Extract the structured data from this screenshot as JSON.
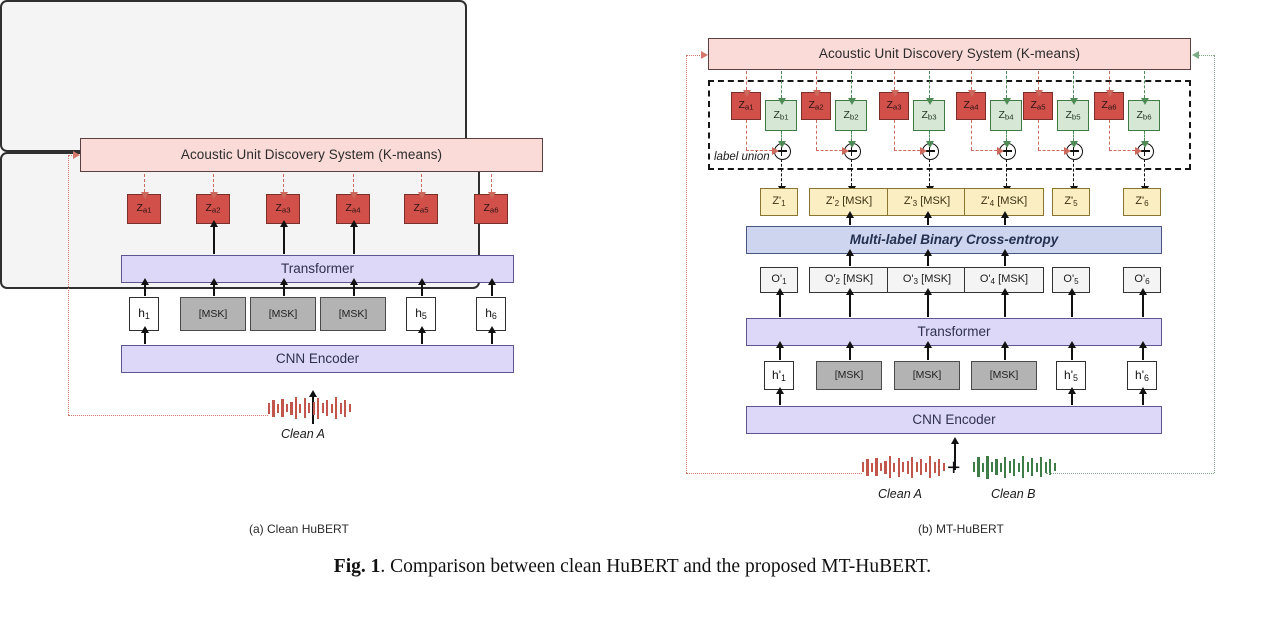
{
  "figure": {
    "caption_bold": "Fig. 1",
    "caption_rest": ". Comparison between clean HuBERT and the proposed MT-HuBERT."
  },
  "panel_a": {
    "subcaption": "(a) Clean HuBERT",
    "acoustic_unit_bar": "Acoustic Unit Discovery System (K-means)",
    "transformer_bar": "Transformer",
    "cnn_bar": "CNN Encoder",
    "z_labels": [
      "Za1",
      "Za2",
      "Za3",
      "Za4",
      "Za5",
      "Za6"
    ],
    "z_base": [
      "Z",
      "Z",
      "Z",
      "Z",
      "Z",
      "Z"
    ],
    "z_sub": [
      "a1",
      "a2",
      "a3",
      "a4",
      "a5",
      "a6"
    ],
    "hidden_row": [
      {
        "type": "h",
        "base": "h",
        "sub": "1",
        "text": "h1"
      },
      {
        "type": "msk",
        "base": "[MSK]",
        "sub": "",
        "text": "[MSK]"
      },
      {
        "type": "msk",
        "base": "[MSK]",
        "sub": "",
        "text": "[MSK]"
      },
      {
        "type": "msk",
        "base": "[MSK]",
        "sub": "",
        "text": "[MSK]"
      },
      {
        "type": "h",
        "base": "h",
        "sub": "5",
        "text": "h5"
      },
      {
        "type": "h",
        "base": "h",
        "sub": "6",
        "text": "h6"
      }
    ],
    "wave_label": "Clean A"
  },
  "panel_b": {
    "subcaption": "(b) MT-HuBERT",
    "acoustic_unit_bar": "Acoustic Unit Discovery System (K-means)",
    "transformer_bar": "Transformer",
    "cnn_bar": "CNN Encoder",
    "bce_bar": "Multi-label Binary Cross-entropy",
    "union_label": "label union",
    "za_base": [
      "Z",
      "Z",
      "Z",
      "Z",
      "Z",
      "Z"
    ],
    "za_sub": [
      "a1",
      "a2",
      "a3",
      "a4",
      "a5",
      "a6"
    ],
    "zb_base": [
      "Z",
      "Z",
      "Z",
      "Z",
      "Z",
      "Z"
    ],
    "zb_sub": [
      "b1",
      "b2",
      "b3",
      "b4",
      "b5",
      "b6"
    ],
    "zprime": [
      {
        "base": "Z'",
        "sub": "1",
        "suffix": "",
        "text": "Z'1"
      },
      {
        "base": "Z'",
        "sub": "2",
        "suffix": " [MSK]",
        "text": "Z'2 [MSK]"
      },
      {
        "base": "Z'",
        "sub": "3",
        "suffix": " [MSK]",
        "text": "Z'3 [MSK]"
      },
      {
        "base": "Z'",
        "sub": "4",
        "suffix": " [MSK]",
        "text": "Z'4 [MSK]"
      },
      {
        "base": "Z'",
        "sub": "5",
        "suffix": "",
        "text": "Z'5"
      },
      {
        "base": "Z'",
        "sub": "6",
        "suffix": "",
        "text": "Z'6"
      }
    ],
    "oprime": [
      {
        "base": "O'",
        "sub": "1",
        "suffix": "",
        "text": "O'1"
      },
      {
        "base": "O'",
        "sub": "2",
        "suffix": " [MSK]",
        "text": "O'2 [MSK]"
      },
      {
        "base": "O'",
        "sub": "3",
        "suffix": " [MSK]",
        "text": "O'3 [MSK]"
      },
      {
        "base": "O'",
        "sub": "4",
        "suffix": " [MSK]",
        "text": "O'4 [MSK]"
      },
      {
        "base": "O'",
        "sub": "5",
        "suffix": "",
        "text": "O'5"
      },
      {
        "base": "O'",
        "sub": "6",
        "suffix": "",
        "text": "O'6"
      }
    ],
    "hidden_row": [
      {
        "type": "h",
        "base": "h'",
        "sub": "1",
        "text": "h'1"
      },
      {
        "type": "msk",
        "base": "[MSK]",
        "sub": "",
        "text": "[MSK]"
      },
      {
        "type": "msk",
        "base": "[MSK]",
        "sub": "",
        "text": "[MSK]"
      },
      {
        "type": "msk",
        "base": "[MSK]",
        "sub": "",
        "text": "[MSK]"
      },
      {
        "type": "h",
        "base": "h'",
        "sub": "5",
        "text": "h'5"
      },
      {
        "type": "h",
        "base": "h'",
        "sub": "6",
        "text": "h'6"
      }
    ],
    "plus_sign": "+",
    "wave_label_a": "Clean A",
    "wave_label_b": "Clean B"
  },
  "colors": {
    "acoustic_fill": "#fadbd8",
    "acoustic_border": "#5a4040",
    "za_fill": "#d2504a",
    "zb_fill": "#d6e8d5",
    "zprime_fill": "#fceec3",
    "transformer_fill": "#ddd8f7",
    "bce_fill": "#cdd5ef",
    "mask_fill": "#b3b3b3",
    "wave_a": "#c0564c",
    "wave_b": "#3f7d48",
    "panel_fill": "#f4f4f4"
  }
}
